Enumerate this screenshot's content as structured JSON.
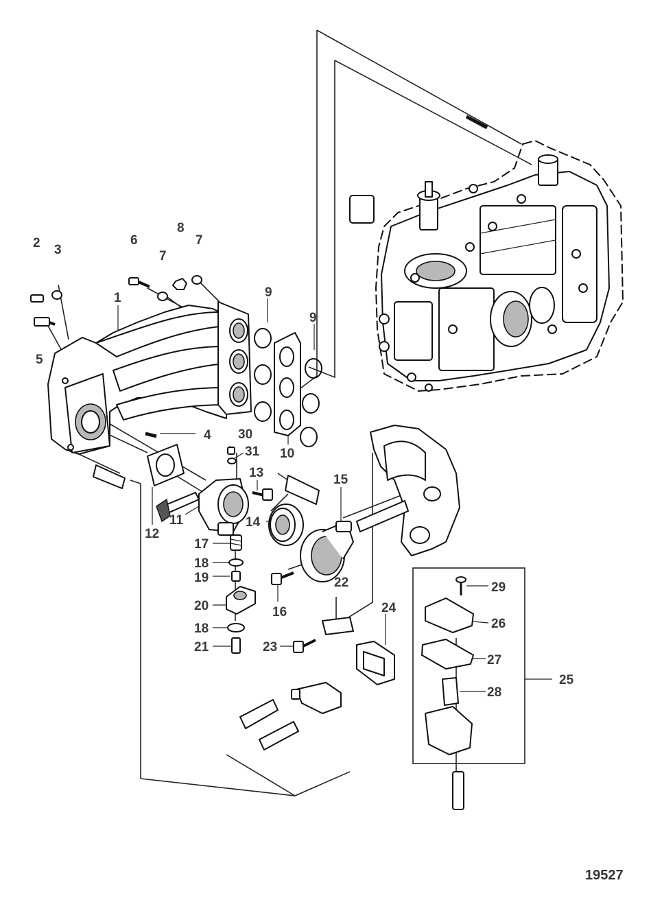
{
  "figure_number": "19527",
  "callouts": {
    "c1": "1",
    "c2": "2",
    "c3": "3",
    "c4": "4",
    "c5": "5",
    "c6": "6",
    "c7a": "7",
    "c7b": "7",
    "c8": "8",
    "c9a": "9",
    "c9b": "9",
    "c10": "10",
    "c11": "11",
    "c12": "12",
    "c13": "13",
    "c14": "14",
    "c15": "15",
    "c16": "16",
    "c17": "17",
    "c18a": "18",
    "c18b": "18",
    "c19": "19",
    "c20": "20",
    "c21": "21",
    "c22": "22",
    "c23": "23",
    "c24": "24",
    "c25": "25",
    "c26": "26",
    "c27": "27",
    "c28": "28",
    "c29": "29",
    "c30": "30",
    "c31": "31"
  }
}
